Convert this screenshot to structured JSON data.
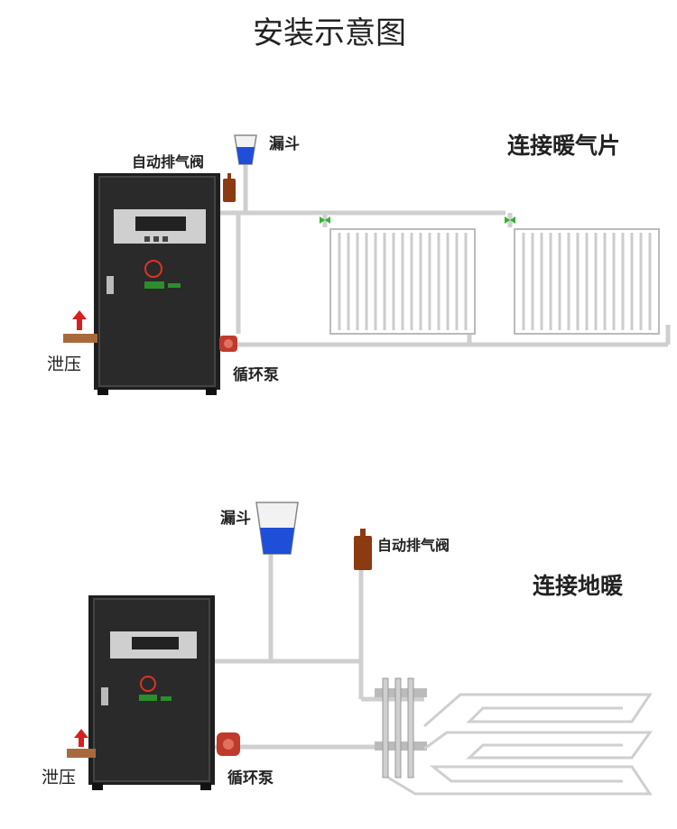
{
  "title": "安装示意图",
  "section_radiator": {
    "heading": "连接暖气片",
    "funnel": "漏斗",
    "air_valve": "自动排气阀",
    "relief": "泄压",
    "pump": "循环泵"
  },
  "section_floor": {
    "heading": "连接地暖",
    "funnel": "漏斗",
    "air_valve": "自动排气阀",
    "relief": "泄压",
    "pump": "循环泵"
  },
  "colors": {
    "boiler": "#1f1f1f",
    "water": "#1f4fd8",
    "valve": "#2db52d",
    "relief_arrow": "#d62020",
    "pump": "#c0392b",
    "air_valve_body": "#8b3a12",
    "pipe": "#d9d9d9"
  }
}
